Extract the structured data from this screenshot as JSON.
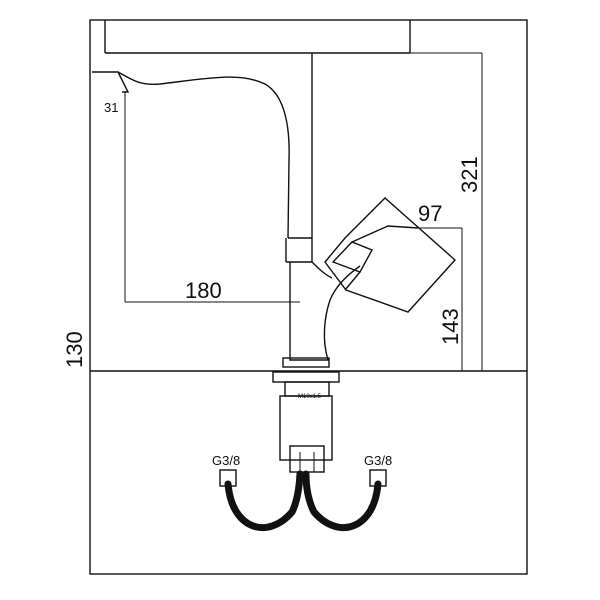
{
  "dimensions": {
    "angle": "31",
    "reach": "180",
    "spout_height": "321",
    "handle_length": "97",
    "handle_height": "143",
    "base_height": "130"
  },
  "connectors": {
    "left": "G3/8",
    "right": "G3/8",
    "shank_marking": "M10x1.5"
  },
  "colors": {
    "line": "#111111",
    "background": "#ffffff"
  }
}
